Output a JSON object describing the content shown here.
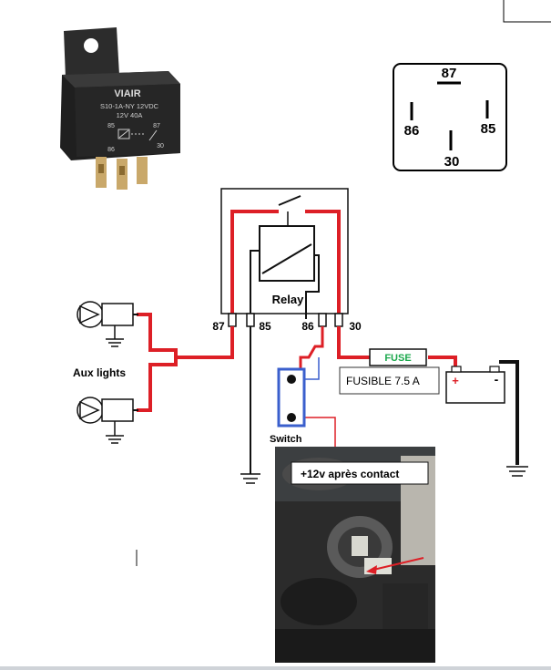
{
  "relay_photo": {
    "brand": "VIAIR",
    "model": "S10-1A-NY  12VDC",
    "rating": "12V 40A",
    "pins_top_left": "85",
    "pins_top_right": "87",
    "pins_bottom_left": "86",
    "pins_bottom_right": "30"
  },
  "pinout": {
    "pin_87": "87",
    "pin_86": "86",
    "pin_85": "85",
    "pin_30": "30"
  },
  "relay_box": {
    "title": "Relay",
    "pin_labels": [
      "87",
      "85",
      "86",
      "30"
    ]
  },
  "aux_lights_label": "Aux lights",
  "fuse": {
    "label": "FUSE",
    "callout": "FUSIBLE 7.5 A"
  },
  "battery": {
    "plus": "+",
    "minus": "-"
  },
  "switch_label": "Switch",
  "photo_callout": "+12v après contact",
  "colors": {
    "wire_red": "#dd1f26",
    "wire_black": "#111111",
    "switch_blue": "#3a5fcd",
    "fuse_green": "#1aa84b"
  }
}
